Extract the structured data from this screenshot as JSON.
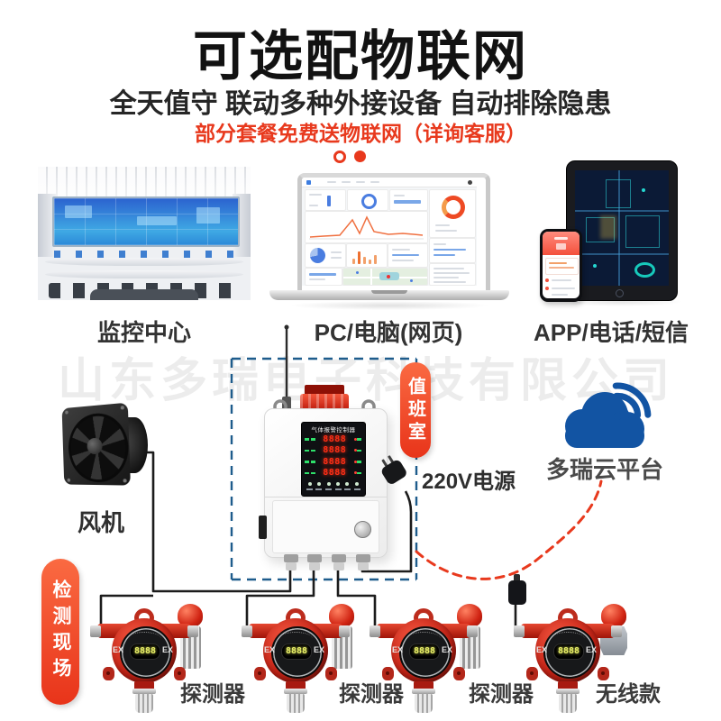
{
  "header": {
    "title": "可选配物联网",
    "subtitle": "全天值守 联动多种外接设备 自动排除隐患",
    "promo": "部分套餐免费送物联网（详询客服）"
  },
  "watermark": "山东多瑞电子科技有限公司",
  "devices": {
    "monitoring_label": "监控中心",
    "pc_label": "PC/电脑(网页)",
    "app_label": "APP/电话/短信"
  },
  "duty_room": {
    "label": "值班室",
    "power_label": "220V电源"
  },
  "cloud": {
    "label": "多瑞云平台"
  },
  "fan": {
    "label": "风机"
  },
  "site": {
    "label": "检测现场"
  },
  "controller": {
    "panel_title": "气体报警控制器",
    "rows": [
      "8888",
      "8888",
      "8888",
      "8888"
    ]
  },
  "detector_face": {
    "ex": "EX",
    "display": "8888"
  },
  "detectors": [
    {
      "label": "探测器"
    },
    {
      "label": "探测器"
    },
    {
      "label": "探测器"
    },
    {
      "label": "无线款"
    }
  ],
  "icons": {
    "cloud": "cloud",
    "wifi": "wifi-signal-arcs",
    "plug": "power-plug",
    "antenna": "antenna"
  },
  "colors": {
    "accent_red": "#e8391d",
    "cloud_blue": "#1254a3",
    "dashed_navy": "#1e5c8c",
    "wire_black": "#1c1c1c"
  }
}
